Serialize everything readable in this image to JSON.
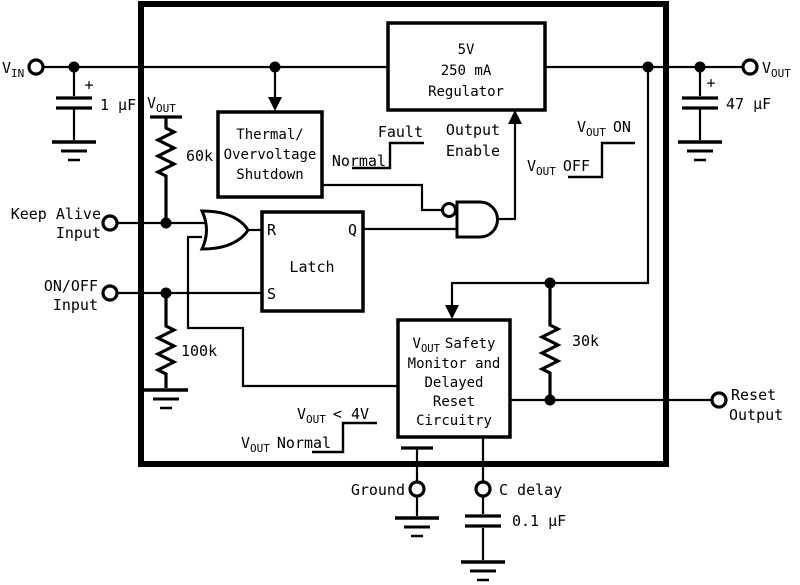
{
  "terminals": {
    "vin": {
      "main": "V",
      "sub": "IN"
    },
    "vout": {
      "main": "V",
      "sub": "OUT"
    },
    "keep_alive": {
      "line1": "Keep Alive",
      "line2": "Input"
    },
    "on_off": {
      "line1": "ON/OFF",
      "line2": "Input"
    },
    "reset": {
      "line1": "Reset",
      "line2": "Output"
    },
    "ground": "Ground",
    "c_delay": "C delay"
  },
  "components": {
    "cap_in": {
      "plus": "+",
      "value": "1 µF"
    },
    "cap_out": {
      "plus": "+",
      "value": "47 µF"
    },
    "cap_delay": {
      "value": "0.1 µF"
    },
    "r60k": "60k",
    "r100k": "100k",
    "r30k": "30k",
    "vout_rail": {
      "main": "V",
      "sub": "OUT"
    }
  },
  "blocks": {
    "regulator": {
      "line1": "5V",
      "line2": "250 mA",
      "line3": "Regulator"
    },
    "shutdown": {
      "line1": "Thermal/",
      "line2": "Overvoltage",
      "line3": "Shutdown"
    },
    "latch": {
      "r": "R",
      "s": "S",
      "q": "Q",
      "label": "Latch"
    },
    "monitor": {
      "line1_v": "V",
      "line1_sub": "OUT",
      "line1_rest": "Safety",
      "line2": "Monitor and",
      "line3": "Delayed",
      "line4": "Reset",
      "line5": "Circuitry"
    }
  },
  "signals": {
    "fault": "Fault",
    "normal": "Normal",
    "output_enable1": "Output",
    "output_enable2": "Enable",
    "vout_on": {
      "main": "V",
      "sub": "OUT",
      "rest": "ON"
    },
    "vout_off": {
      "main": "V",
      "sub": "OUT",
      "rest": "OFF"
    },
    "vout_lt4": {
      "main": "V",
      "sub": "OUT",
      "rest": "< 4V"
    },
    "vout_normal": {
      "main": "V",
      "sub": "OUT",
      "rest": "Normal"
    }
  }
}
